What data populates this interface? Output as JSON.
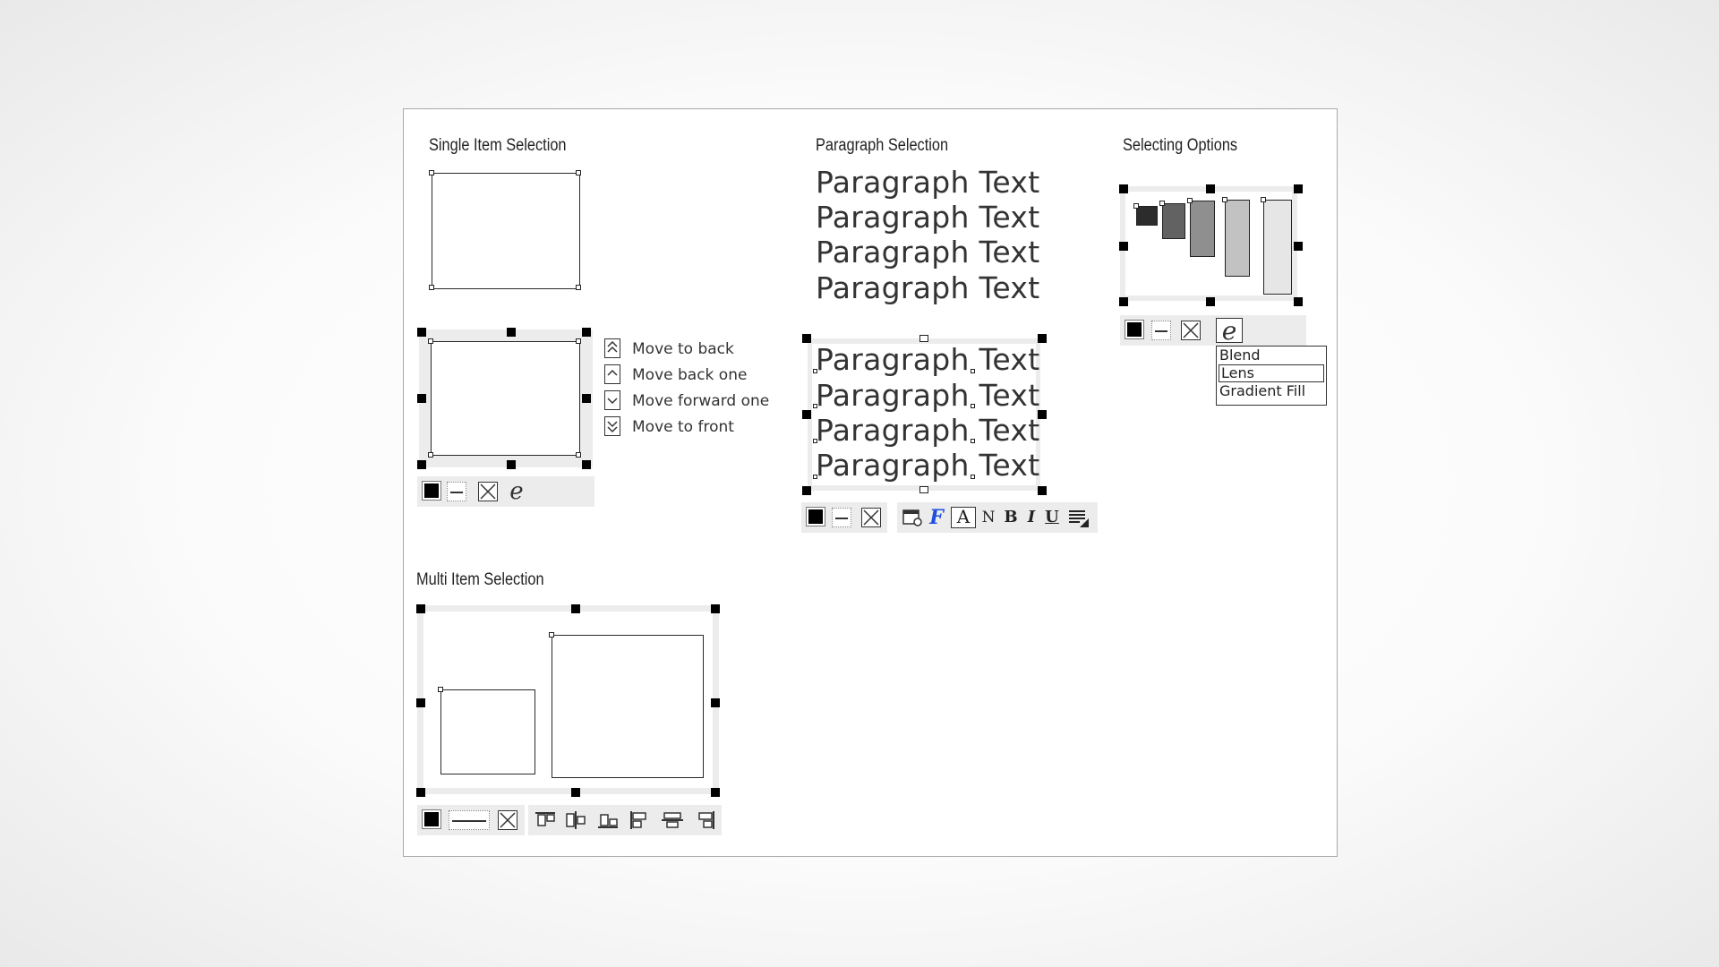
{
  "sections": {
    "single": {
      "title": "Single Item Selection"
    },
    "paragraph": {
      "title": "Paragraph Selection",
      "text": "Paragraph Text"
    },
    "options": {
      "title": "Selecting Options"
    },
    "multi": {
      "title": "Multi Item Selection"
    }
  },
  "arrange_menu": [
    {
      "label": "Move to back",
      "icon": "move-to-back-icon"
    },
    {
      "label": "Move back one",
      "icon": "move-back-one-icon"
    },
    {
      "label": "Move forward one",
      "icon": "move-forward-one-icon"
    },
    {
      "label": "Move to front",
      "icon": "move-to-front-icon"
    }
  ],
  "effects_dropdown": {
    "options": [
      "Blend",
      "Lens",
      "Gradient Fill"
    ],
    "selected": "Lens"
  },
  "text_toolbar": {
    "font_glyph": "F",
    "size_glyph": "A",
    "normal": "N",
    "bold": "B",
    "italic": "I",
    "underline": "U"
  },
  "colors": {
    "selection_band": "#ececec",
    "handle": "#000000",
    "border": "#a9a9a9"
  }
}
